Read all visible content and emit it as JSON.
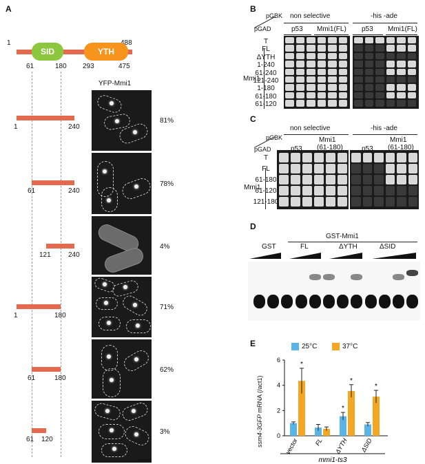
{
  "panels": {
    "A": "A",
    "B": "B",
    "C": "C",
    "D": "D",
    "E": "E"
  },
  "panelA": {
    "pos_start": "1",
    "pos_end": "488",
    "sid_label": "SID",
    "yth_label": "YTH",
    "sid_start": "61",
    "sid_end": "180",
    "yth_start": "293",
    "yth_end": "475",
    "micro_title": "YFP-Mmi1",
    "constructs": [
      {
        "start": "1",
        "end": "240",
        "percent": "81%"
      },
      {
        "start": "61",
        "end": "240",
        "percent": "78%"
      },
      {
        "start": "121",
        "end": "240",
        "percent": "4%"
      },
      {
        "start": "1",
        "end": "180",
        "percent": "71%"
      },
      {
        "start": "61",
        "end": "180",
        "percent": "62%"
      },
      {
        "start": "61",
        "end": "120",
        "percent": "3%"
      }
    ],
    "colors": {
      "bar": "#e46a4f",
      "sid": "#8dc63f",
      "yth": "#f7941d"
    }
  },
  "panelB": {
    "pgbk": "pGBK",
    "pgad": "pGAD",
    "cond1": "non selective",
    "cond2": "-his -ade",
    "col1": "p53",
    "col2": "Mmi1(FL)",
    "group": "Mmi1",
    "rows": [
      "T",
      "FL",
      "ΔYTH",
      "1-240",
      "61-240",
      "121-240",
      "1-180",
      "61-180",
      "61-120"
    ]
  },
  "panelC": {
    "pgbk": "pGBK",
    "pgad": "pGAD",
    "cond1": "non selective",
    "cond2": "-his -ade",
    "col1": "p53",
    "col2_line1": "Mmi1",
    "col2_line2": "(61-180)",
    "group": "Mmi1",
    "rows": [
      "T",
      "FL",
      "61-180",
      "61-120",
      "121-180"
    ]
  },
  "panelD": {
    "header": "GST-Mmi1",
    "lanes": [
      "GST",
      "FL",
      "ΔYTH",
      "ΔSID"
    ]
  },
  "panelE": {
    "legend": [
      "25°C",
      "37°C"
    ],
    "colors": {
      "c25": "#5ab4e6",
      "c37": "#f5a623"
    },
    "ylabel_italic": "ssm4-3GFP",
    "ylabel_rest": " mRNA (/act1)",
    "strain": "mmi1-ts3",
    "yticks": [
      "0",
      "2",
      "4",
      "6"
    ],
    "star": "*"
  },
  "chart_data": {
    "type": "bar",
    "categories": [
      "vector",
      "FL",
      "ΔYTH",
      "ΔSID"
    ],
    "series": [
      {
        "name": "25°C",
        "values": [
          1.0,
          0.65,
          1.55,
          0.9
        ],
        "errors": [
          0.1,
          0.25,
          0.3,
          0.15
        ]
      },
      {
        "name": "37°C",
        "values": [
          4.35,
          0.55,
          3.55,
          3.1
        ],
        "errors": [
          1.0,
          0.15,
          0.5,
          0.5
        ]
      }
    ],
    "significant": [
      [
        false,
        false,
        true,
        false
      ],
      [
        true,
        false,
        true,
        true
      ]
    ],
    "xlabel": "mmi1-ts3",
    "ylabel": "ssm4-3GFP mRNA (/act1)",
    "ylim": [
      0,
      6
    ]
  }
}
